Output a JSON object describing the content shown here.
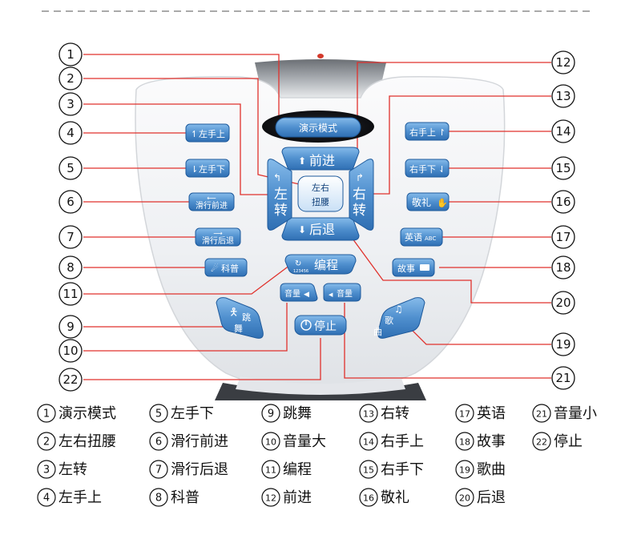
{
  "colors": {
    "button": "#4f8fce",
    "button_edge": "#1e5a9c",
    "button_light": "#d7e9fb",
    "callout_line": "#e0312c",
    "body": "#f4f5f7",
    "dark_band": "#3a3d42"
  },
  "buttons": {
    "demo": "演示模式",
    "forward": "前进",
    "left_turn": [
      "左",
      "转"
    ],
    "right_turn": [
      "右",
      "转"
    ],
    "twist": [
      "左右",
      "扭腰"
    ],
    "backward": "后退",
    "left_up": "左手上",
    "left_down": "左手下",
    "slide_forward": "滑行前进",
    "slide_back": "滑行后退",
    "science": "科普",
    "right_up": "右手上",
    "right_down": "右手下",
    "salute": "敬礼",
    "english": "英语",
    "english_sub": "ABC",
    "story": "故事",
    "program": "编程",
    "program_sub": "123456",
    "vol_up": "音量",
    "vol_down": "音量",
    "stop": "停止",
    "dance": [
      "跳",
      "舞"
    ],
    "song": [
      "歌",
      "曲"
    ]
  },
  "callouts": {
    "c1": "1",
    "c2": "2",
    "c3": "3",
    "c4": "4",
    "c5": "5",
    "c6": "6",
    "c7": "7",
    "c8": "8",
    "c9": "9",
    "c10": "10",
    "c11": "11",
    "c12": "12",
    "c13": "13",
    "c14": "14",
    "c15": "15",
    "c16": "16",
    "c17": "17",
    "c18": "18",
    "c19": "19",
    "c20": "20",
    "c21": "21",
    "c22": "22"
  },
  "legend": [
    {
      "num": "1",
      "text": "演示模式"
    },
    {
      "num": "2",
      "text": "左右扭腰"
    },
    {
      "num": "3",
      "text": "左转"
    },
    {
      "num": "4",
      "text": "左手上"
    },
    {
      "num": "5",
      "text": "左手下"
    },
    {
      "num": "6",
      "text": "滑行前进"
    },
    {
      "num": "7",
      "text": "滑行后退"
    },
    {
      "num": "8",
      "text": "科普"
    },
    {
      "num": "9",
      "text": "跳舞"
    },
    {
      "num": "10",
      "text": "音量大"
    },
    {
      "num": "11",
      "text": "编程"
    },
    {
      "num": "12",
      "text": "前进"
    },
    {
      "num": "13",
      "text": "右转"
    },
    {
      "num": "14",
      "text": "右手上"
    },
    {
      "num": "15",
      "text": "右手下"
    },
    {
      "num": "16",
      "text": "敬礼"
    },
    {
      "num": "17",
      "text": "英语"
    },
    {
      "num": "18",
      "text": "故事"
    },
    {
      "num": "19",
      "text": "歌曲"
    },
    {
      "num": "20",
      "text": "后退"
    },
    {
      "num": "21",
      "text": "音量小"
    },
    {
      "num": "22",
      "text": "停止"
    }
  ]
}
